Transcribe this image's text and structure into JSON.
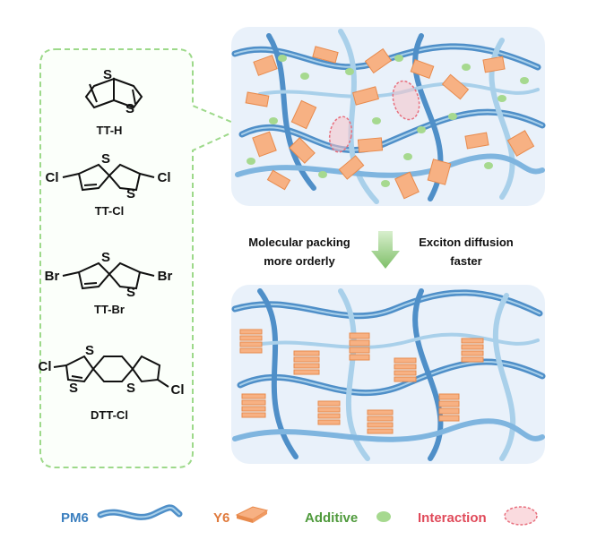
{
  "molecules": [
    {
      "name": "TT-H",
      "atoms": [
        "S",
        "S"
      ]
    },
    {
      "name": "TT-Cl",
      "atoms": [
        "Cl",
        "S",
        "S",
        "Cl"
      ]
    },
    {
      "name": "TT-Br",
      "atoms": [
        "Br",
        "S",
        "S",
        "Br"
      ]
    },
    {
      "name": "DTT-Cl",
      "atoms": [
        "Cl",
        "S",
        "S",
        "S",
        "Cl"
      ]
    }
  ],
  "middle": {
    "left_line1": "Molecular packing",
    "left_line2": "more orderly",
    "right_line1": "Exciton diffusion",
    "right_line2": "faster"
  },
  "legend": [
    {
      "label": "PM6",
      "color": "#3b7fbf"
    },
    {
      "label": "Y6",
      "color": "#e07a3c"
    },
    {
      "label": "Additive",
      "color": "#4f9a3c"
    },
    {
      "label": "Interaction",
      "color": "#e04a5a"
    }
  ],
  "colors": {
    "ribbon": "#4f8fc8",
    "ribbon_light": "#a9d0ea",
    "y6": "#f7b183",
    "y6_edge": "#e88a4c",
    "additive": "#a6d98f",
    "interaction": "#e8707e",
    "panel": "#e9f1fa",
    "dashed_box": "#9dd98a",
    "arrow": "#8cc77a"
  }
}
